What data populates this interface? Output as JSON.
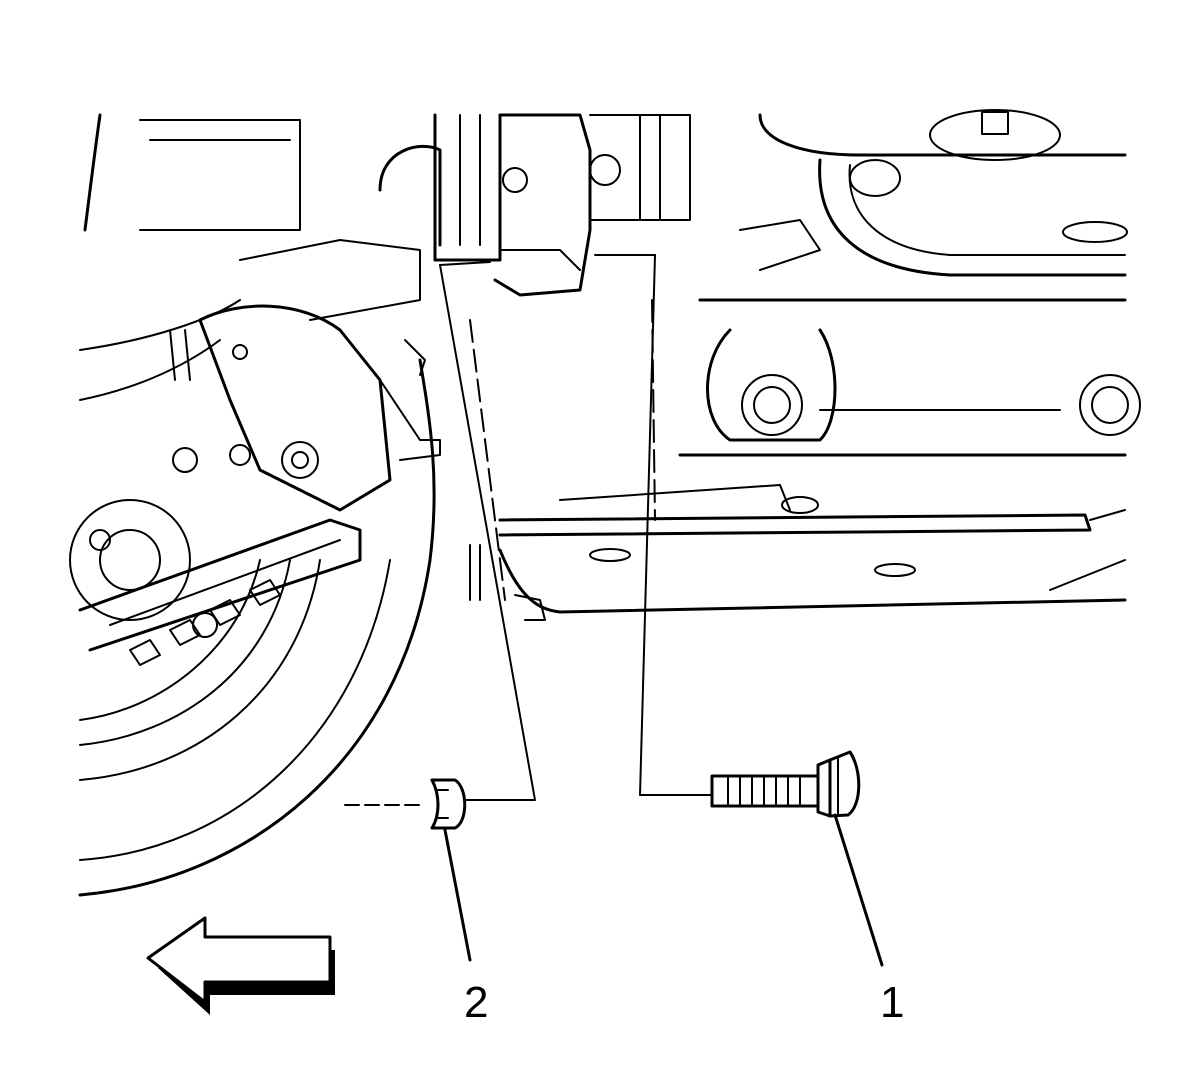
{
  "callouts": [
    {
      "id": "1",
      "label": "1"
    },
    {
      "id": "2",
      "label": "2"
    }
  ],
  "direction_arrow": {
    "icon": "left-arrow-icon",
    "points": "left"
  },
  "colors": {
    "line": "#000000",
    "background": "#ffffff"
  }
}
